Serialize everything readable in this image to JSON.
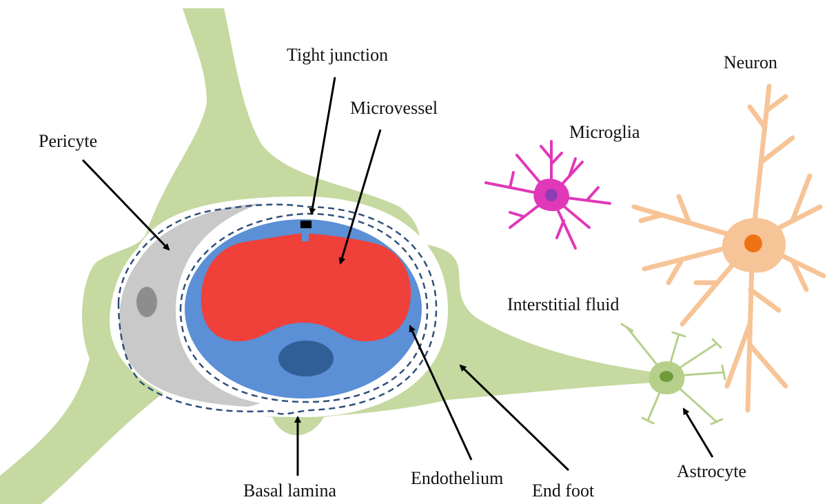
{
  "labels": {
    "tight_junction": "Tight junction",
    "microvessel": "Microvessel",
    "pericyte": "Pericyte",
    "microglia": "Microglia",
    "neuron": "Neuron",
    "interstitial_fluid": "Interstitial fluid",
    "endothelium": "Endothelium",
    "end_foot": "End foot",
    "astrocyte": "Astrocyte",
    "basal_lamina": "Basal lamina"
  },
  "colors": {
    "end_foot": "#c5d9a0",
    "astrocyte": "#b6d08c",
    "astrocyte_nucleus": "#6f9a3a",
    "pericyte": "#c9c9c9",
    "pericyte_nucleus": "#8d8d8d",
    "endothelium": "#5b8fd6",
    "endothelium_nucleus": "#2f5f96",
    "lumen": "#f0403a",
    "basal_lamina": "#2f4f7a",
    "tight_junction": "#000000",
    "microglia": "#e038b8",
    "microglia_nucleus": "#8e3cb4",
    "neuron": "#f7c497",
    "neuron_nucleus": "#ee7312",
    "arrow": "#000000"
  }
}
